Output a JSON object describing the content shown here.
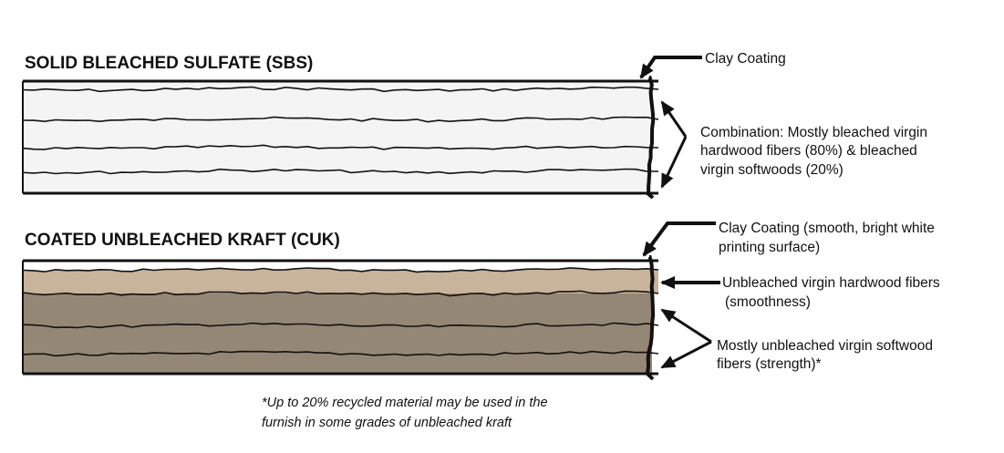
{
  "colors": {
    "sbs_fill": "#f4f4f4",
    "cuk_top": "#c7b49b",
    "cuk_body": "#958775",
    "line": "#111111"
  },
  "sbs": {
    "title": "SOLID BLEACHED SULFATE (SBS)",
    "clay_label": "Clay Coating",
    "combination_lines": [
      "Combination:  Mostly bleached virgin",
      "hardwood fibers (80%) & bleached",
      "virgin softwoods (20%)"
    ]
  },
  "cuk": {
    "title": "COATED UNBLEACHED KRAFT (CUK)",
    "clay_lines": [
      "Clay Coating (smooth, bright white",
      "printing surface)"
    ],
    "hardwood_lines": [
      "Unbleached virgin hardwood fibers",
      "(smoothness)"
    ],
    "softwood_lines": [
      "Mostly unbleached virgin softwood",
      "fibers (strength)*"
    ]
  },
  "footnote": [
    "*Up to 20% recycled material may be used in the",
    "furnish in some grades of unbleached kraft"
  ]
}
